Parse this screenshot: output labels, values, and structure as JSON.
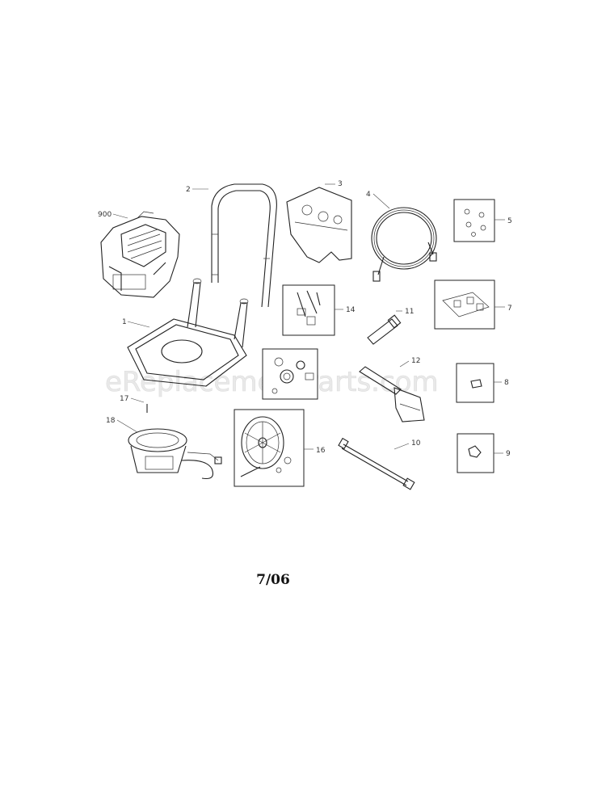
{
  "diagram": {
    "watermark": "eReplacementParts.com",
    "date": "7/06",
    "callouts": {
      "engine": "900",
      "frame": "1",
      "handle": "2",
      "bracket": "3",
      "hose": "4",
      "hardware5": "5",
      "hardware7": "7",
      "kit8": "8",
      "kit9": "9",
      "wand": "10",
      "nozzle": "11",
      "gun": "12",
      "hardware14": "14",
      "wheel": "16",
      "part17": "17",
      "pump": "18"
    }
  }
}
